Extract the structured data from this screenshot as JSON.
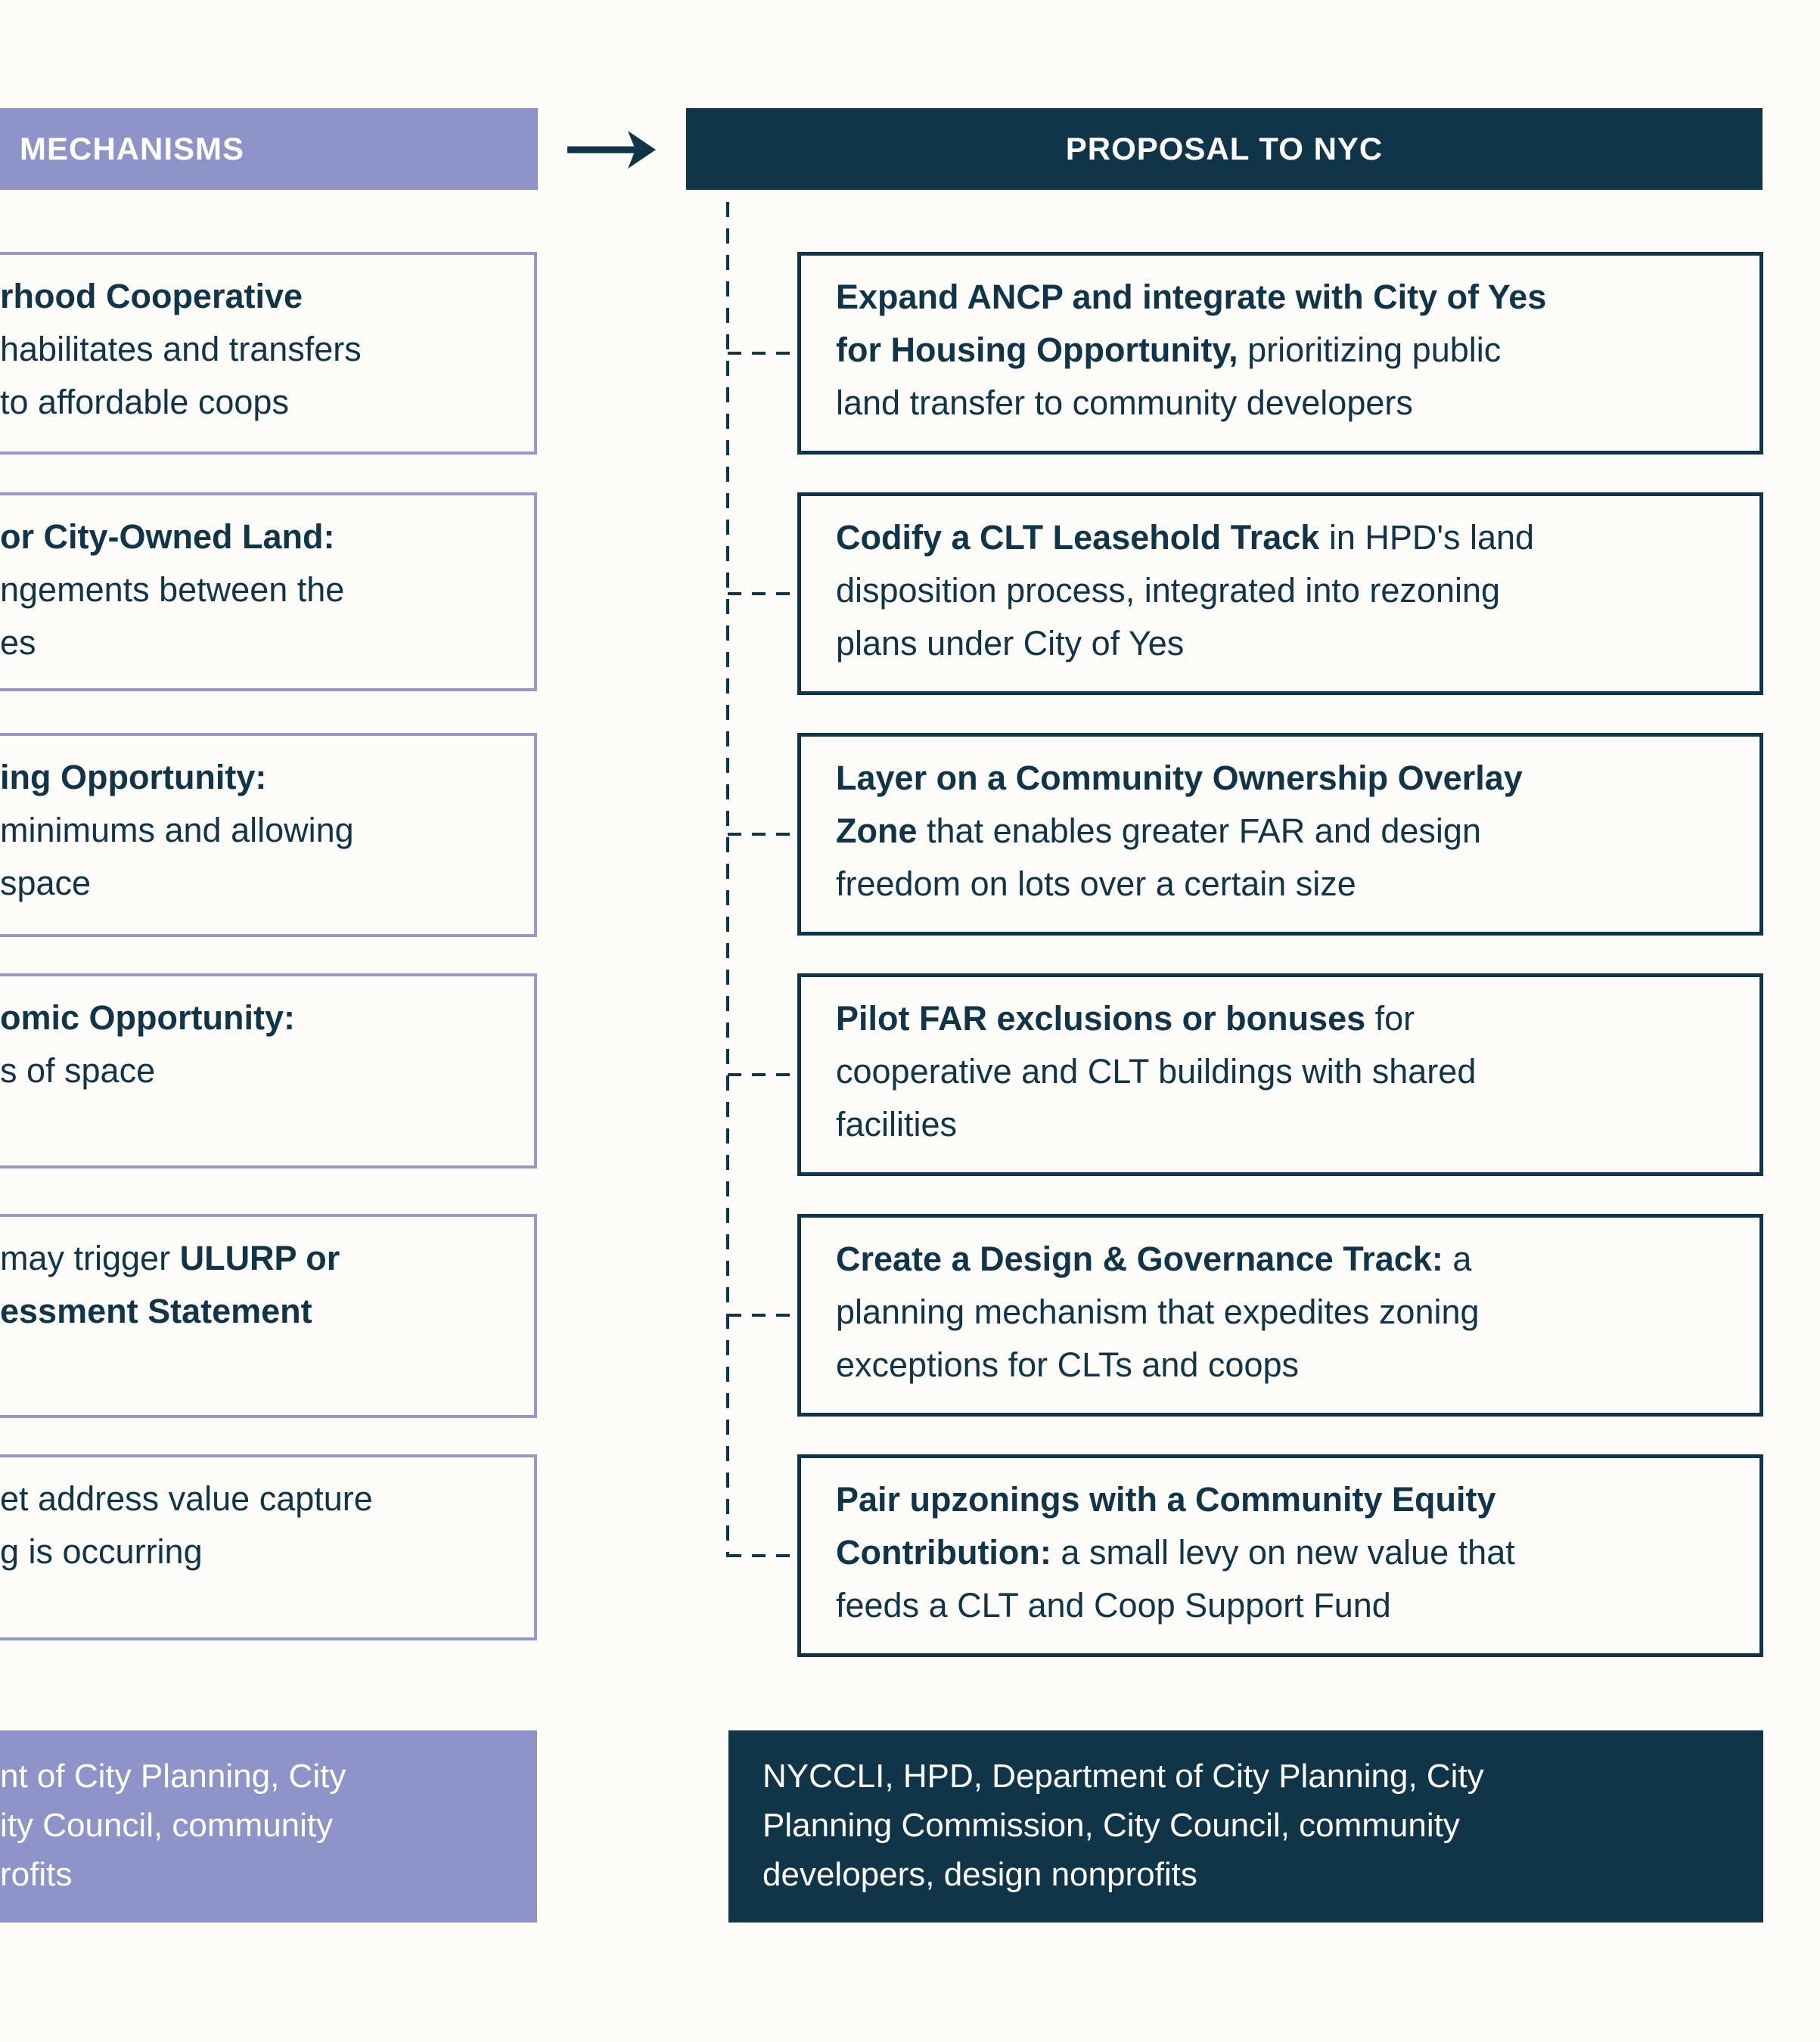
{
  "colors": {
    "navy": "#103548",
    "purple": "#8d94c7",
    "purple_border": "#9399cd",
    "bg": "#fdfcf9",
    "white": "#ffffff"
  },
  "left_column": {
    "header": "MECHANISMS",
    "boxes": [
      {
        "lines": [
          [
            {
              "t": "rhood Cooperative",
              "b": true
            }
          ],
          [
            {
              "t": "habilitates and transfers",
              "b": false
            }
          ],
          [
            {
              "t": "to affordable coops",
              "b": false
            }
          ]
        ]
      },
      {
        "lines": [
          [
            {
              "t": "or City-Owned Land:",
              "b": true
            }
          ],
          [
            {
              "t": "ngements between the",
              "b": false
            }
          ],
          [
            {
              "t": "es",
              "b": false
            }
          ]
        ]
      },
      {
        "lines": [
          [
            {
              "t": "ing Opportunity:",
              "b": true
            }
          ],
          [
            {
              "t": "minimums and allowing",
              "b": false
            }
          ],
          [
            {
              "t": "space",
              "b": false
            }
          ]
        ]
      },
      {
        "lines": [
          [
            {
              "t": "omic Opportunity:",
              "b": true
            }
          ],
          [
            {
              "t": "s of space",
              "b": false
            }
          ]
        ]
      },
      {
        "lines": [
          [
            {
              "t": "may trigger ",
              "b": false
            },
            {
              "t": "ULURP or",
              "b": true
            }
          ],
          [
            {
              "t": "essment Statement",
              "b": true
            }
          ]
        ]
      },
      {
        "lines": [
          [
            {
              "t": "et address value capture",
              "b": false
            }
          ],
          [
            {
              "t": "g is occurring",
              "b": false
            }
          ]
        ]
      }
    ],
    "footer_lines": [
      "nt of City Planning, City",
      "ity Council, community",
      "rofits"
    ]
  },
  "right_column": {
    "header": "PROPOSAL TO NYC",
    "boxes": [
      {
        "lines": [
          [
            {
              "t": "Expand ANCP and integrate with City of Yes",
              "b": true
            }
          ],
          [
            {
              "t": "for Housing Opportunity,",
              "b": true
            },
            {
              "t": " prioritizing public",
              "b": false
            }
          ],
          [
            {
              "t": "land transfer to community developers",
              "b": false
            }
          ]
        ]
      },
      {
        "lines": [
          [
            {
              "t": "Codify a CLT Leasehold Track",
              "b": true
            },
            {
              "t": " in HPD's land",
              "b": false
            }
          ],
          [
            {
              "t": "disposition process, integrated into rezoning",
              "b": false
            }
          ],
          [
            {
              "t": "plans under City of Yes",
              "b": false
            }
          ]
        ]
      },
      {
        "lines": [
          [
            {
              "t": "Layer on a Community Ownership Overlay",
              "b": true
            }
          ],
          [
            {
              "t": "Zone",
              "b": true
            },
            {
              "t": " that enables greater FAR and design",
              "b": false
            }
          ],
          [
            {
              "t": "freedom on lots over a certain size",
              "b": false
            }
          ]
        ]
      },
      {
        "lines": [
          [
            {
              "t": "Pilot FAR exclusions or bonuses",
              "b": true
            },
            {
              "t": " for",
              "b": false
            }
          ],
          [
            {
              "t": "cooperative and CLT buildings with shared",
              "b": false
            }
          ],
          [
            {
              "t": "facilities",
              "b": false
            }
          ]
        ]
      },
      {
        "lines": [
          [
            {
              "t": "Create a Design & Governance Track:",
              "b": true
            },
            {
              "t": " a",
              "b": false
            }
          ],
          [
            {
              "t": "planning mechanism that expedites zoning",
              "b": false
            }
          ],
          [
            {
              "t": "exceptions for CLTs and coops",
              "b": false
            }
          ]
        ]
      },
      {
        "lines": [
          [
            {
              "t": "Pair upzonings with a Community Equity",
              "b": true
            }
          ],
          [
            {
              "t": "Contribution:",
              "b": true
            },
            {
              "t": " a small levy on new value that",
              "b": false
            }
          ],
          [
            {
              "t": "feeds a CLT and Coop Support Fund",
              "b": false
            }
          ]
        ]
      }
    ],
    "footer_lines": [
      "NYCCLI, HPD, Department of City Planning, City",
      "Planning Commission, City Council, community",
      "developers, design nonprofits"
    ]
  }
}
